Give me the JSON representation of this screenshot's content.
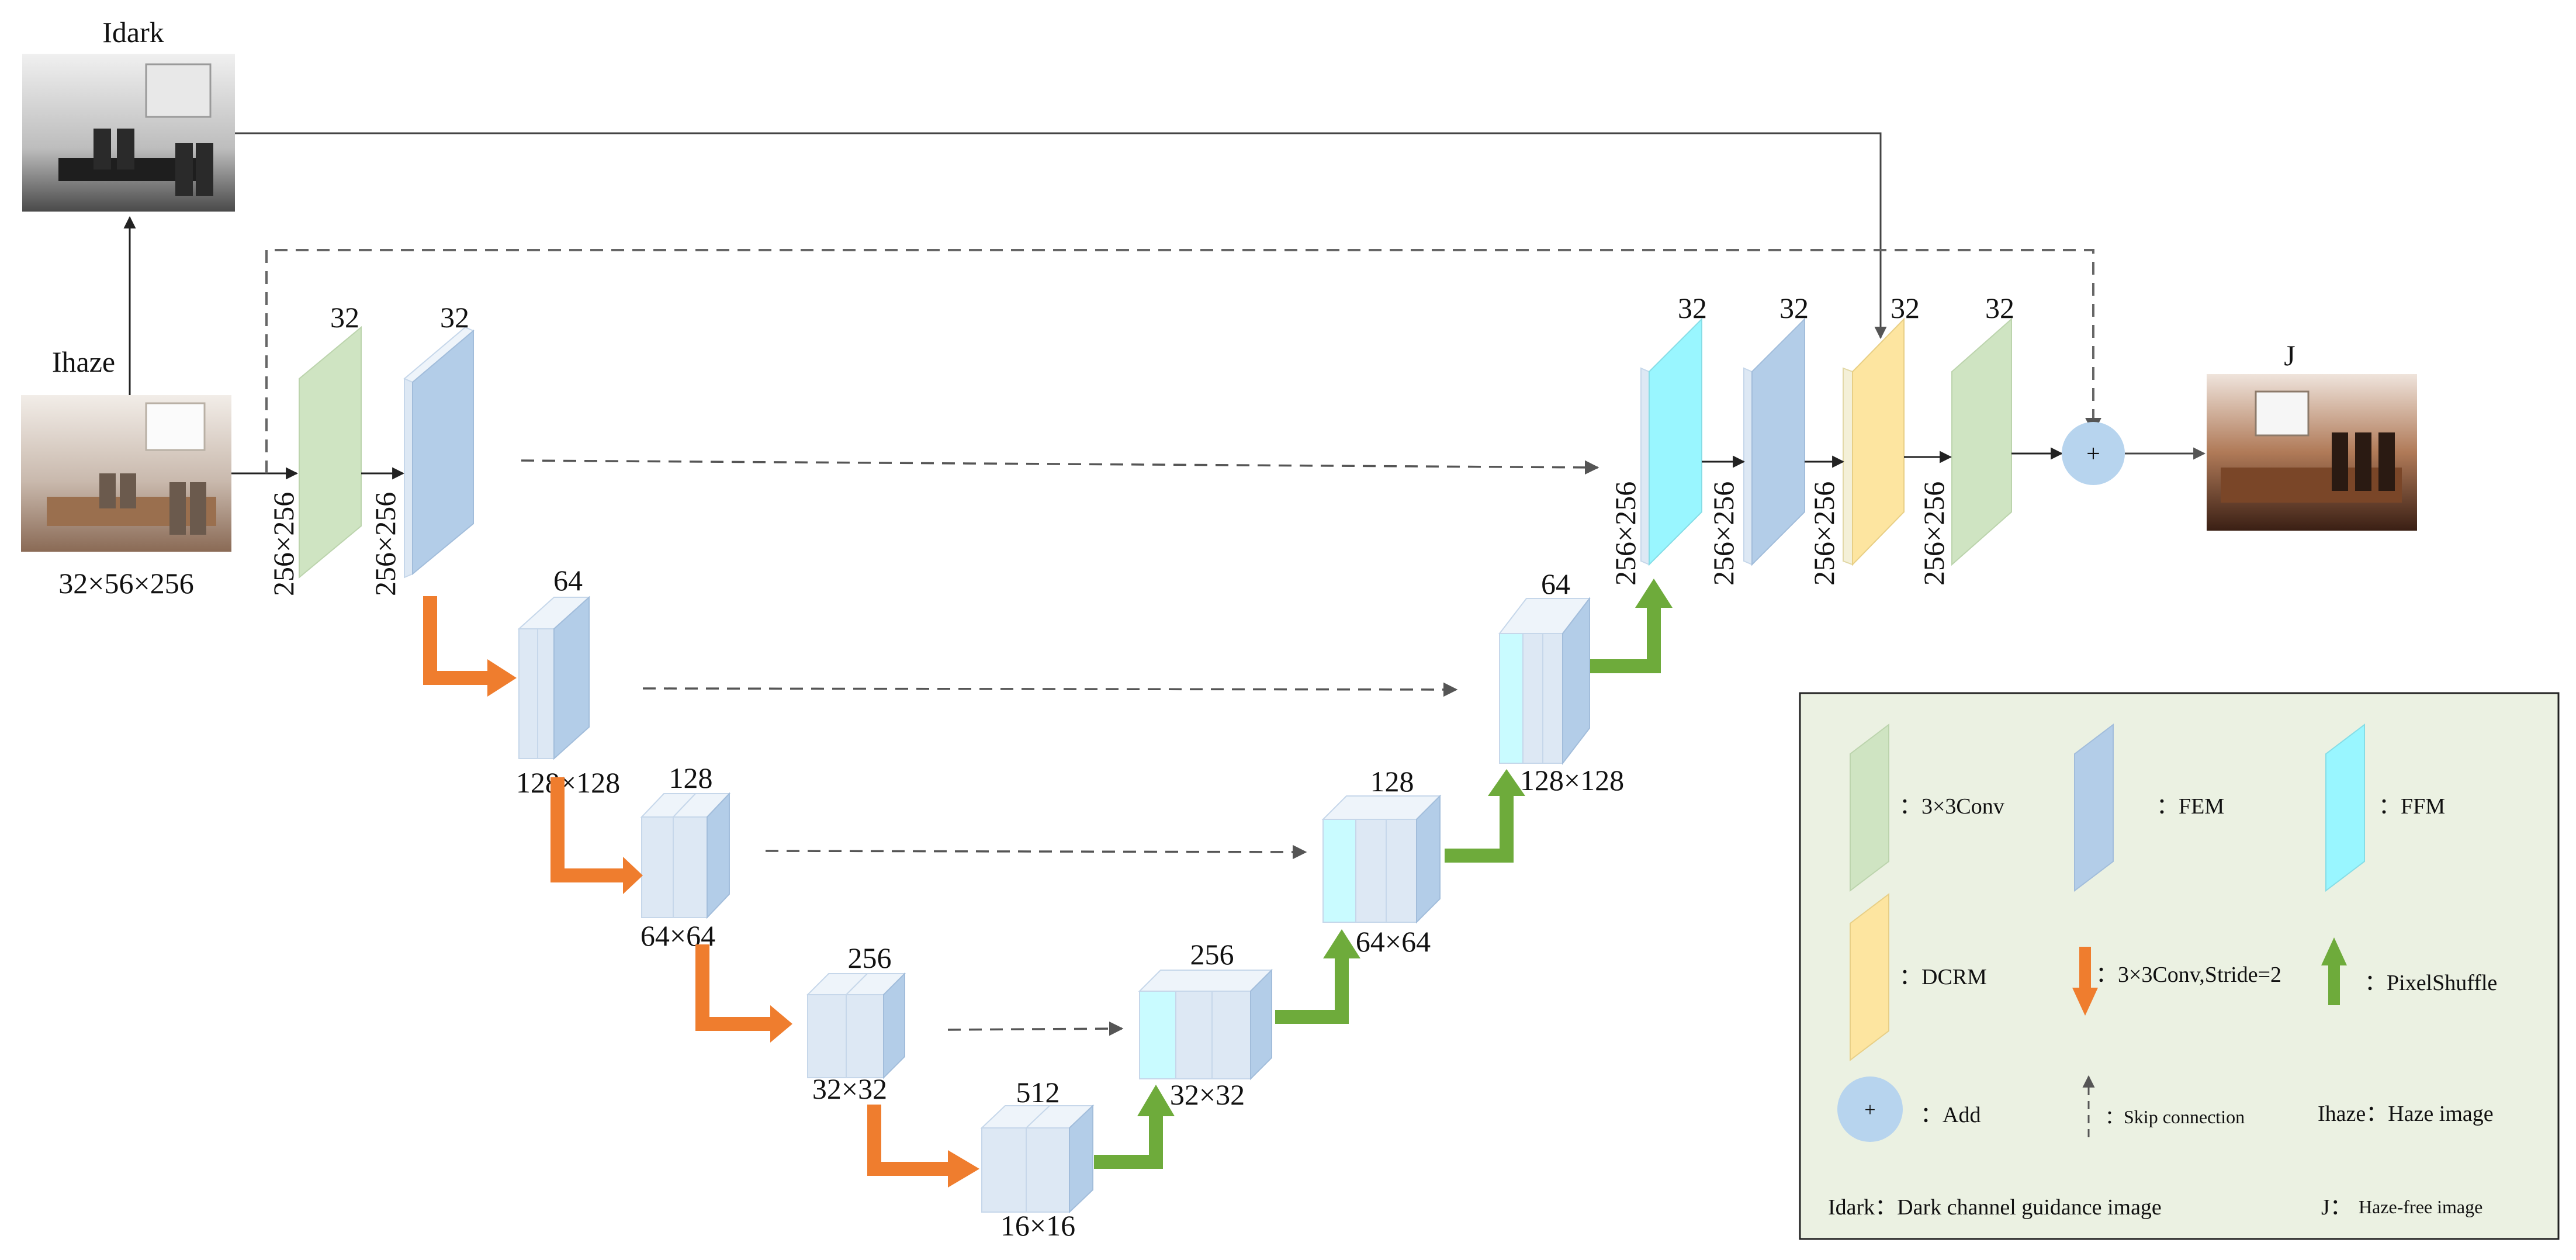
{
  "images": {
    "dark": "Idark",
    "haze": "Ihaze",
    "haze_size": "32×56×256",
    "output": "J"
  },
  "encoder": {
    "conv": {
      "channels": "32",
      "size": "256×256"
    },
    "fem1": {
      "channels": "32",
      "size": "256×256"
    },
    "fem2": {
      "channels": "64",
      "size": "128×128"
    },
    "fem3": {
      "channels": "128",
      "size": "64×64"
    },
    "fem4": {
      "channels": "256",
      "size": "32×32"
    },
    "fem5": {
      "channels": "512",
      "size": "16×16"
    }
  },
  "decoder": {
    "d4": {
      "channels": "256",
      "size": "32×32"
    },
    "d3": {
      "channels": "128",
      "size": "64×64"
    },
    "d2": {
      "channels": "64",
      "size": "128×128"
    },
    "ffm": {
      "channels": "32",
      "size": "256×256"
    },
    "fem": {
      "channels": "32",
      "size": "256×256"
    },
    "dcrm": {
      "channels": "32",
      "size": "256×256"
    },
    "conv": {
      "channels": "32",
      "size": "256×256"
    }
  },
  "add_symbol": "+",
  "legend": {
    "conv": "：3×3Conv",
    "fem": "：FEM",
    "ffm": "：FFM",
    "dcrm": "：DCRM",
    "down": "：3×3Conv,Stride=2",
    "up": "：PixelShuffle",
    "add": "：Add",
    "add_symbol": "+",
    "skip": "：Skip connection",
    "ihaze": "Ihaze：Haze image",
    "idark": "Idark：Dark channel guidance image",
    "j_key": "J：",
    "j_val": "Haze-free image"
  },
  "colors": {
    "conv": "#cfe4c2",
    "fem": "#b3cde8",
    "ffm": "#99f6ff",
    "dcrm": "#fde5a0",
    "block_light": "#dde8f4",
    "down_arrow": "#ef7d2e",
    "up_arrow": "#6eab3b",
    "add": "#b7d4ee",
    "legend_bg": "#ebf1e2"
  }
}
